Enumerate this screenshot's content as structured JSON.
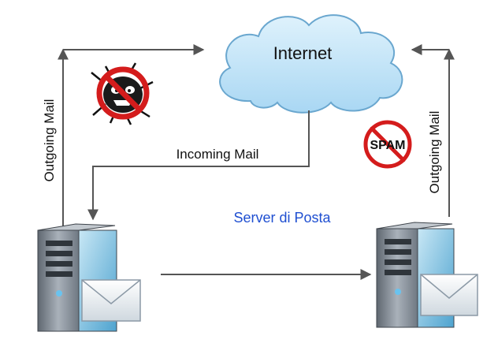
{
  "diagram": {
    "cloud_label": "Internet",
    "incoming_label": "Incoming Mail",
    "outgoing_left_label": "Outgoing Mail",
    "outgoing_right_label": "Outgoing Mail",
    "server_label": "Server di Posta",
    "spam_label": "SPAM"
  },
  "colors": {
    "cloud_fill": "#bfe3f7",
    "cloud_stroke": "#6aa7cf",
    "server_label": "#1f4fd1",
    "prohibit_red": "#d41c1c",
    "arrow": "#555555",
    "envelope": "#e9eef2",
    "server_body": "#8f98a3"
  },
  "icons": [
    "internet-cloud",
    "virus-bug-prohibited-icon",
    "spam-prohibited-icon",
    "mail-server-icon",
    "envelope-icon"
  ]
}
